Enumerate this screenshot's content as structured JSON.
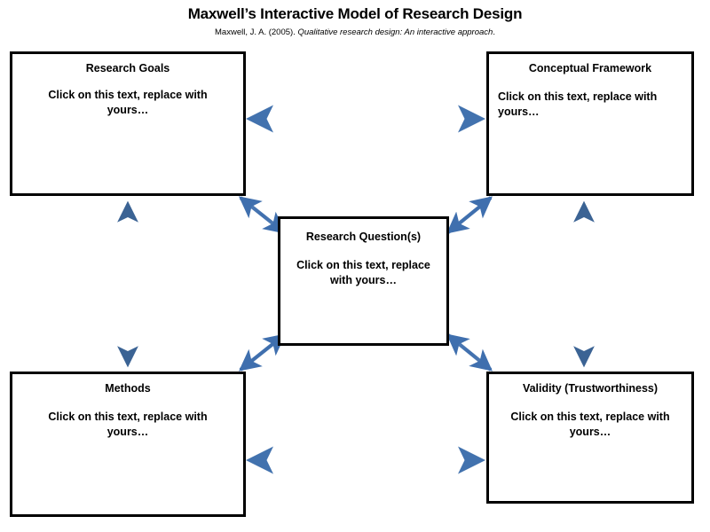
{
  "header": {
    "title": "Maxwell’s Interactive Model of Research Design",
    "citation_prefix": "Maxwell, J. A. (2005). ",
    "citation_italic": "Qualitative research design: An interactive approach",
    "citation_suffix": "."
  },
  "placeholder_text": "Click on this text, replace with yours…",
  "boxes": {
    "goals": {
      "title": "Research Goals",
      "body": "Click on this text, replace with yours…"
    },
    "framework": {
      "title": "Conceptual Framework",
      "body": "Click on this text, replace with yours…"
    },
    "question": {
      "title": "Research Question(s)",
      "body": "Click on this text, replace with yours…"
    },
    "methods": {
      "title": "Methods",
      "body": "Click on this text, replace with yours…"
    },
    "validity": {
      "title": "Validity (Trustworthiness)",
      "body": "Click on this text, replace with yours…"
    }
  },
  "connectors": [
    {
      "name": "goals-framework",
      "style": "solid",
      "direction": "bidirectional",
      "orientation": "horizontal"
    },
    {
      "name": "methods-validity",
      "style": "solid",
      "direction": "bidirectional",
      "orientation": "horizontal"
    },
    {
      "name": "goals-methods",
      "style": "dashed",
      "direction": "bidirectional",
      "orientation": "vertical"
    },
    {
      "name": "framework-validity",
      "style": "dashed",
      "direction": "bidirectional",
      "orientation": "vertical"
    },
    {
      "name": "goals-question",
      "style": "solid",
      "direction": "bidirectional",
      "orientation": "diagonal"
    },
    {
      "name": "framework-question",
      "style": "solid",
      "direction": "bidirectional",
      "orientation": "diagonal"
    },
    {
      "name": "methods-question",
      "style": "solid",
      "direction": "bidirectional",
      "orientation": "diagonal"
    },
    {
      "name": "validity-question",
      "style": "solid",
      "direction": "bidirectional",
      "orientation": "diagonal"
    }
  ],
  "colors": {
    "arrow": "#4F81BD",
    "arrow_light": "#9DB9D9",
    "box_border": "#000000",
    "text": "#000000",
    "background": "#FFFFFF"
  }
}
